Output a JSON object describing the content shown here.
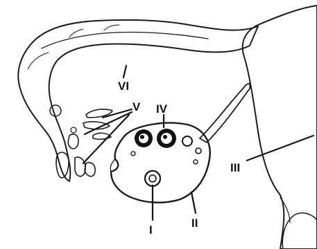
{
  "labels": {
    "I": "I",
    "II": "II",
    "III": "III",
    "IV": "IV",
    "V": "V",
    "VI": "VI"
  }
}
